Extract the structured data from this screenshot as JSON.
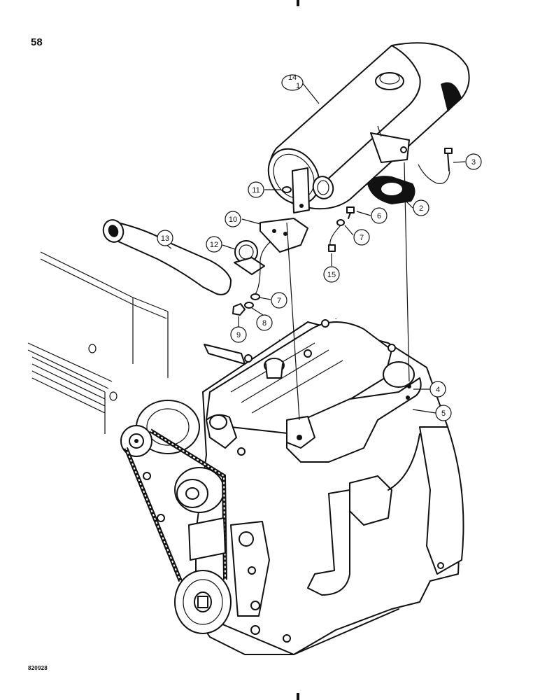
{
  "page": {
    "number": "58",
    "drawing_id": "820928"
  },
  "callouts": [
    {
      "id": "c14",
      "label": "14"
    },
    {
      "id": "c1",
      "label": "1"
    },
    {
      "id": "c3",
      "label": "3"
    },
    {
      "id": "c2",
      "label": "2"
    },
    {
      "id": "c11",
      "label": "11"
    },
    {
      "id": "c6",
      "label": "6"
    },
    {
      "id": "c10",
      "label": "10"
    },
    {
      "id": "c7a",
      "label": "7"
    },
    {
      "id": "c13",
      "label": "13"
    },
    {
      "id": "c12",
      "label": "12"
    },
    {
      "id": "c15",
      "label": "15"
    },
    {
      "id": "c7b",
      "label": "7"
    },
    {
      "id": "c8",
      "label": "8"
    },
    {
      "id": "c9",
      "label": "9"
    },
    {
      "id": "c4",
      "label": "4"
    },
    {
      "id": "c5",
      "label": "5"
    }
  ]
}
